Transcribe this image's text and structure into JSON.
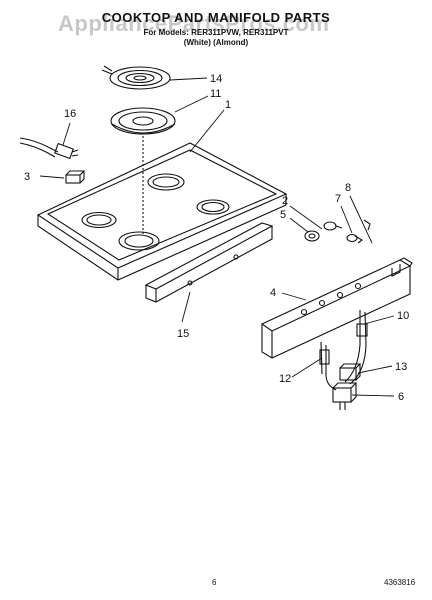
{
  "header": {
    "title": "COOKTOP AND MANIFOLD PARTS",
    "models": "For Models: RER311PVW, RER311PVT",
    "colors": "(White)   (Almond)"
  },
  "watermark": "AppliancePartsPros.com",
  "callouts": [
    "14",
    "11",
    "1",
    "16",
    "3",
    "2",
    "8",
    "5",
    "7",
    "4",
    "15",
    "10",
    "13",
    "12",
    "6"
  ],
  "footer": {
    "page": "6",
    "doc_number": "4363816"
  }
}
